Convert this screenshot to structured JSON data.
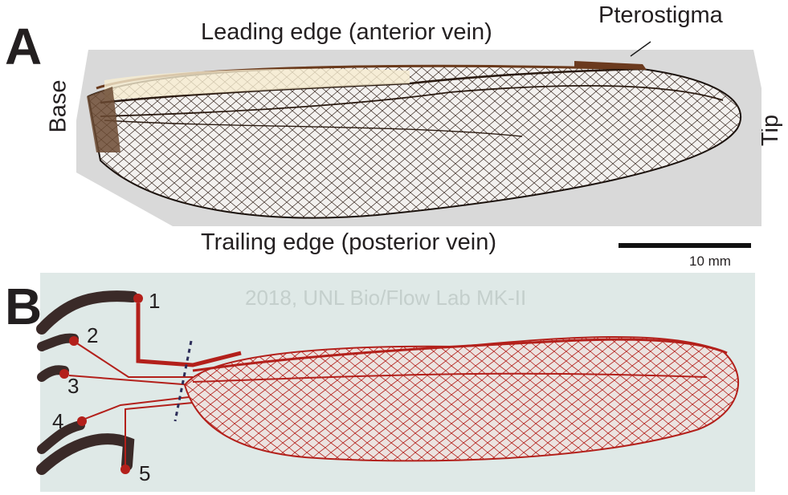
{
  "panel_a": {
    "letter": "A",
    "leading_edge": "Leading edge (anterior vein)",
    "trailing_edge": "Trailing edge (posterior vein)",
    "base": "Base",
    "tip": "Tip",
    "pterostigma": "Pterostigma",
    "scale_bar": {
      "label": "10 mm",
      "length_mm": 10
    }
  },
  "panel_b": {
    "letter": "B",
    "inlets": [
      "1",
      "2",
      "3",
      "4",
      "5"
    ],
    "watermark": "2018, UNL Bio/Flow Lab MK-II"
  },
  "colors": {
    "vein_dark": "#2a1a10",
    "wing_membrane": "#f3f1ef",
    "pterostigma": "#6b3a1e",
    "channel_red": "#b3201b",
    "panel_b_bg": "#dfe9e7",
    "tube_dark": "#3a2a28"
  }
}
